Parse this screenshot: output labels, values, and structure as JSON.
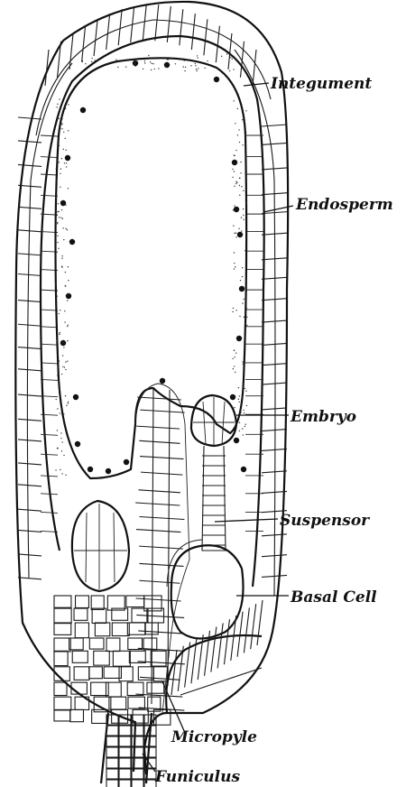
{
  "labels": {
    "integument": "Integument",
    "endosperm": "Endosperm",
    "embryo": "Embryo",
    "suspensor": "Suspensor",
    "basal_cell": "Basal Cell",
    "micropyle": "Micropyle",
    "funiculus": "Funiculus"
  },
  "colors": {
    "ink": "#111111",
    "paper": "#ffffff"
  }
}
